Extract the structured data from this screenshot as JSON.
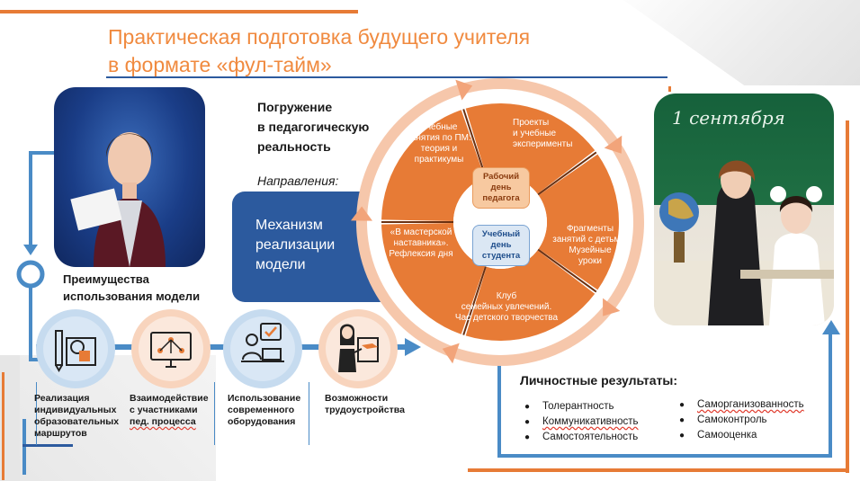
{
  "title": {
    "line1": "Практическая подготовка будущего учителя",
    "line2": "в формате «фул-тайм»"
  },
  "immersion": {
    "line1": "Погружение",
    "line2": "в педагогическую",
    "line3": "реальность"
  },
  "directions_label": "Направления:",
  "mechanism": {
    "line1": "Механизм",
    "line2": "реализации",
    "line3": "модели"
  },
  "wheel": {
    "segments": [
      {
        "lines": [
          "Учебные",
          "занятия по ПМ:",
          "теория и практикумы"
        ]
      },
      {
        "lines": [
          "Проекты",
          "и учебные",
          "эксперименты"
        ]
      },
      {
        "lines": [
          "Фрагменты",
          "занятий с детьми.",
          "Музейные",
          "уроки"
        ]
      },
      {
        "lines": [
          "Клуб",
          "семейных увлечений.",
          "Час детского творчества"
        ]
      },
      {
        "lines": [
          "«В мастерской",
          "наставника».",
          "Рефлексия дня"
        ]
      }
    ],
    "center_top": [
      "Рабочий",
      "день",
      "педагога"
    ],
    "center_bottom": [
      "Учебный",
      "день",
      "студента"
    ]
  },
  "advantages": {
    "line1": "Преимущества",
    "line2": "использования модели",
    "items": [
      {
        "icon": "pencil-ruler-icon",
        "lines": [
          "Реализация",
          "индивидуальных",
          "образовательных",
          "маршрутов"
        ]
      },
      {
        "icon": "monitor-network-icon",
        "lines": [
          "Взаимодействие",
          "с участниками",
          "пед. процесса"
        ]
      },
      {
        "icon": "teacher-laptop-icon",
        "lines": [
          "Использование",
          "современного",
          "оборудования"
        ]
      },
      {
        "icon": "graduate-board-icon",
        "lines": [
          "Возможности",
          "трудоустройства"
        ]
      }
    ]
  },
  "results": {
    "title": "Личностные результаты:",
    "col1": [
      "Толерантность",
      "Коммуникативность",
      "Самостоятельность"
    ],
    "col2": [
      "Саморганизованность",
      "Самоконтроль",
      "Самооценка"
    ]
  },
  "colors": {
    "orange": "#e77b36",
    "blue": "#4a8bc6",
    "navy": "#2c5a9e",
    "title": "#f08a3f"
  }
}
